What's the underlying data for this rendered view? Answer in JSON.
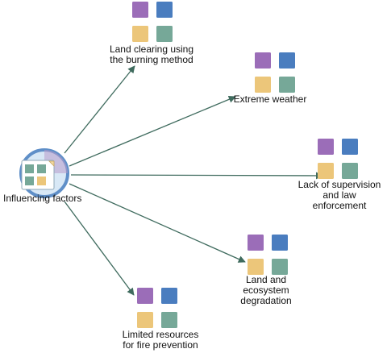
{
  "colors": {
    "purple": "#9B6DB8",
    "blue": "#4A7DBF",
    "yellow": "#ECC67A",
    "green": "#76A898",
    "edge": "#3F6B5E",
    "root_ring": "#5F8FC8",
    "root_fill": "#D8E8F6"
  },
  "root": {
    "label": "Influencing factors",
    "icon": "mindmap-root-icon"
  },
  "nodes": [
    {
      "id": "land-clearing",
      "label": "Land clearing using\nthe burning method",
      "icon": "four-color-tiles-icon"
    },
    {
      "id": "extreme-weather",
      "label": "Extreme weather",
      "icon": "four-color-tiles-icon"
    },
    {
      "id": "lack-of-supervision",
      "label": "Lack of supervision\nand law\nenforcement",
      "icon": "four-color-tiles-icon"
    },
    {
      "id": "land-degradation",
      "label": "Land and\necosystem\ndegradation",
      "icon": "four-color-tiles-icon"
    },
    {
      "id": "limited-resources",
      "label": "Limited resources\nfor fire prevention",
      "icon": "four-color-tiles-icon"
    }
  ]
}
